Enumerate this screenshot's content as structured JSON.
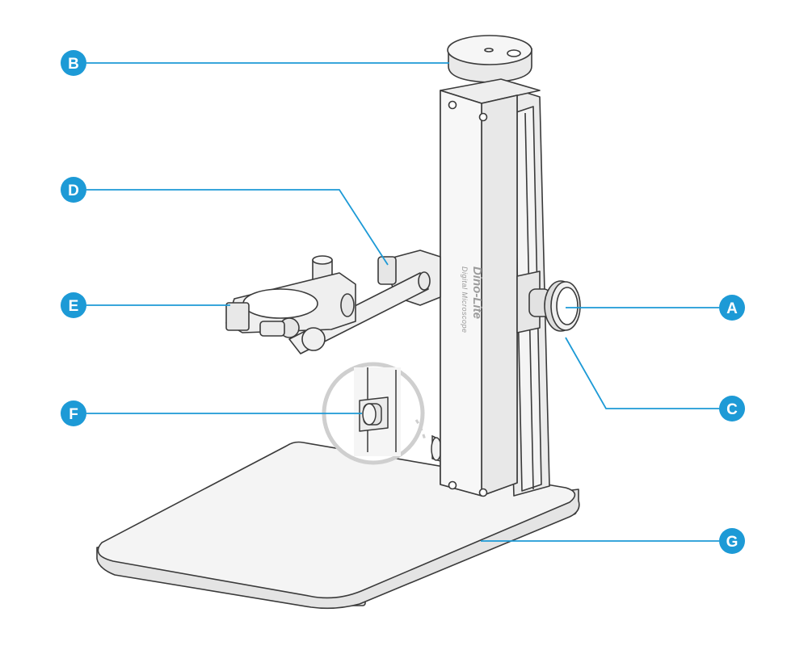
{
  "colors": {
    "callout": "#1d9ad6",
    "stroke": "#3a3a3a",
    "metal": "#f2f2f2",
    "metal_dark": "#dcdcdc",
    "zoom_ring": "#cfcfcf"
  },
  "brand": {
    "name": "Dino-Lite",
    "subtitle": "Digital Microscope"
  },
  "callouts": [
    {
      "letter": "B"
    },
    {
      "letter": "D"
    },
    {
      "letter": "E"
    },
    {
      "letter": "F"
    },
    {
      "letter": "A"
    },
    {
      "letter": "C"
    },
    {
      "letter": "G"
    }
  ]
}
